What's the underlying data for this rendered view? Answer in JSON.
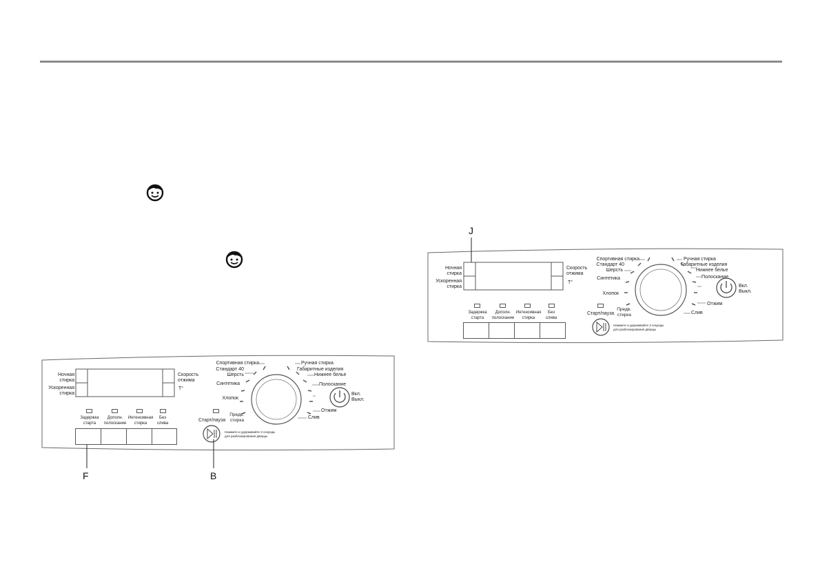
{
  "labels": {
    "night_wash": "Ночная\nстирка",
    "quick_wash": "Ускоренная\nстирка",
    "spin_speed": "Скорость\nотжима",
    "temperature": "T°",
    "delay_start": "Задержка\nстарта",
    "extra_rinse": "Дополн.\nполоскание",
    "intensive": "Интенсивная\nстирка",
    "no_drain": "Без\nслива",
    "start_pause": "Старт/пауза",
    "start_pause_hint": "Нажмите и удерживайте 3 секунды\nдля разблокирования дверцы",
    "power": "Вкл.\nВыкл."
  },
  "programs": {
    "sport": "Спортивная стирка",
    "standard40": "Стандарт 40",
    "wool": "Шерсть",
    "synthetics": "Синтетика",
    "cotton": "Хлопок",
    "prewash": "Предв.\nстирка",
    "hand": "Ручная стирка",
    "bulky": "Габаритные изделия",
    "underwear": "Нижнее белье",
    "rinse": "Полоскание",
    "spin": "Отжим",
    "drain": "Слив"
  },
  "callouts": {
    "f": "F",
    "b": "B",
    "j": "J"
  },
  "icons": {
    "child_lock": "child-face-icon"
  }
}
